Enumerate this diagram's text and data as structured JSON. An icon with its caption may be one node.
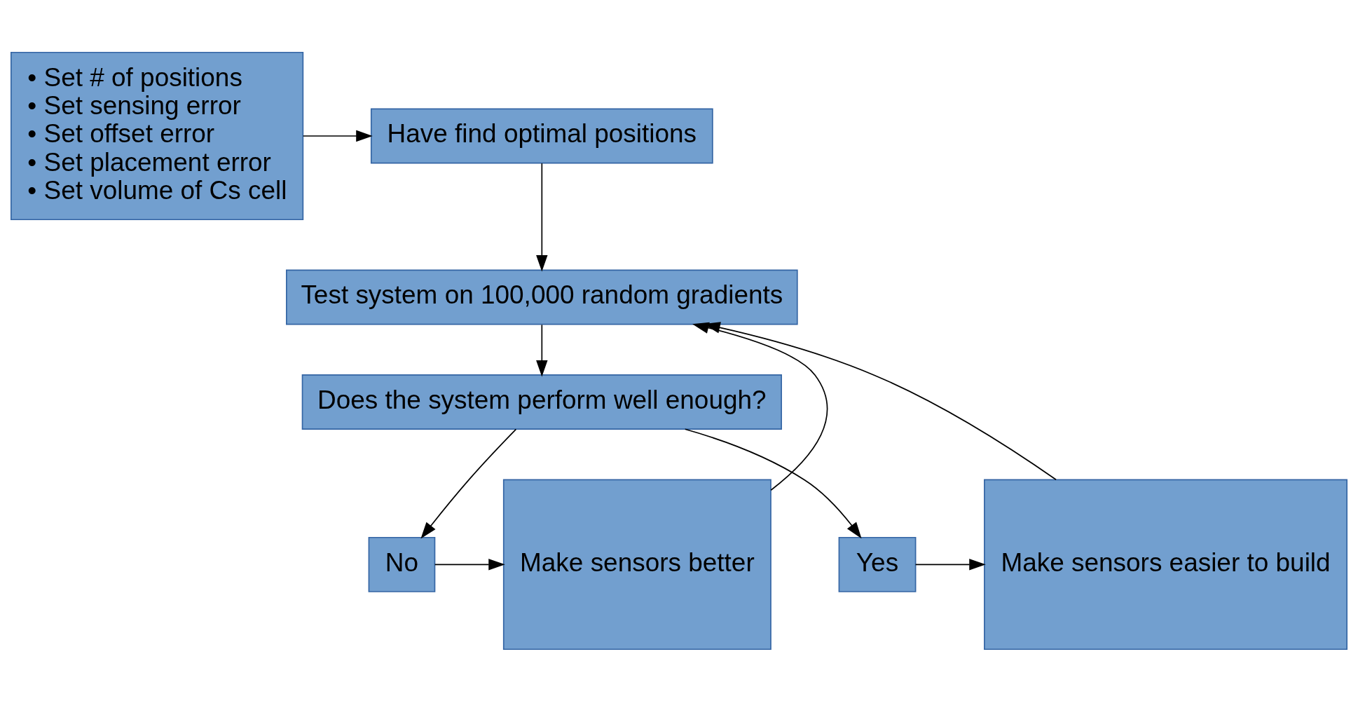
{
  "diagram": {
    "nodes": [
      {
        "text": [
          "• Set # of positions",
          "• Set sensing error",
          "• Set offset error",
          "• Set placement error",
          "• Set volume of Cs cell"
        ]
      },
      {
        "text": [
          "Have find optimal positions"
        ]
      },
      {
        "text": [
          "Test system on 100,000 random gradients"
        ]
      },
      {
        "text": [
          "Does the system perform well enough?"
        ]
      },
      {
        "text": [
          "Make sensors better"
        ]
      },
      {
        "text": [
          "Make sensors easier to build"
        ]
      },
      {
        "text": [
          "No"
        ]
      },
      {
        "text": [
          "Yes"
        ]
      }
    ],
    "edges": [
      {
        "from": 0,
        "to": 1,
        "arrow": "to"
      },
      {
        "from": 1,
        "to": 2,
        "arrow": "to"
      },
      {
        "from": 2,
        "to": 3,
        "arrow": "to"
      },
      {
        "from": 3,
        "to": 6,
        "arrow": "to"
      },
      {
        "from": 3,
        "to": 7,
        "arrow": "to"
      },
      {
        "from": 6,
        "to": 4,
        "arrow": "to"
      },
      {
        "from": 7,
        "to": 5,
        "arrow": "to"
      },
      {
        "from": 4,
        "to": 2,
        "arrow": "to"
      },
      {
        "from": 5,
        "to": 2,
        "arrow": "to"
      }
    ]
  }
}
